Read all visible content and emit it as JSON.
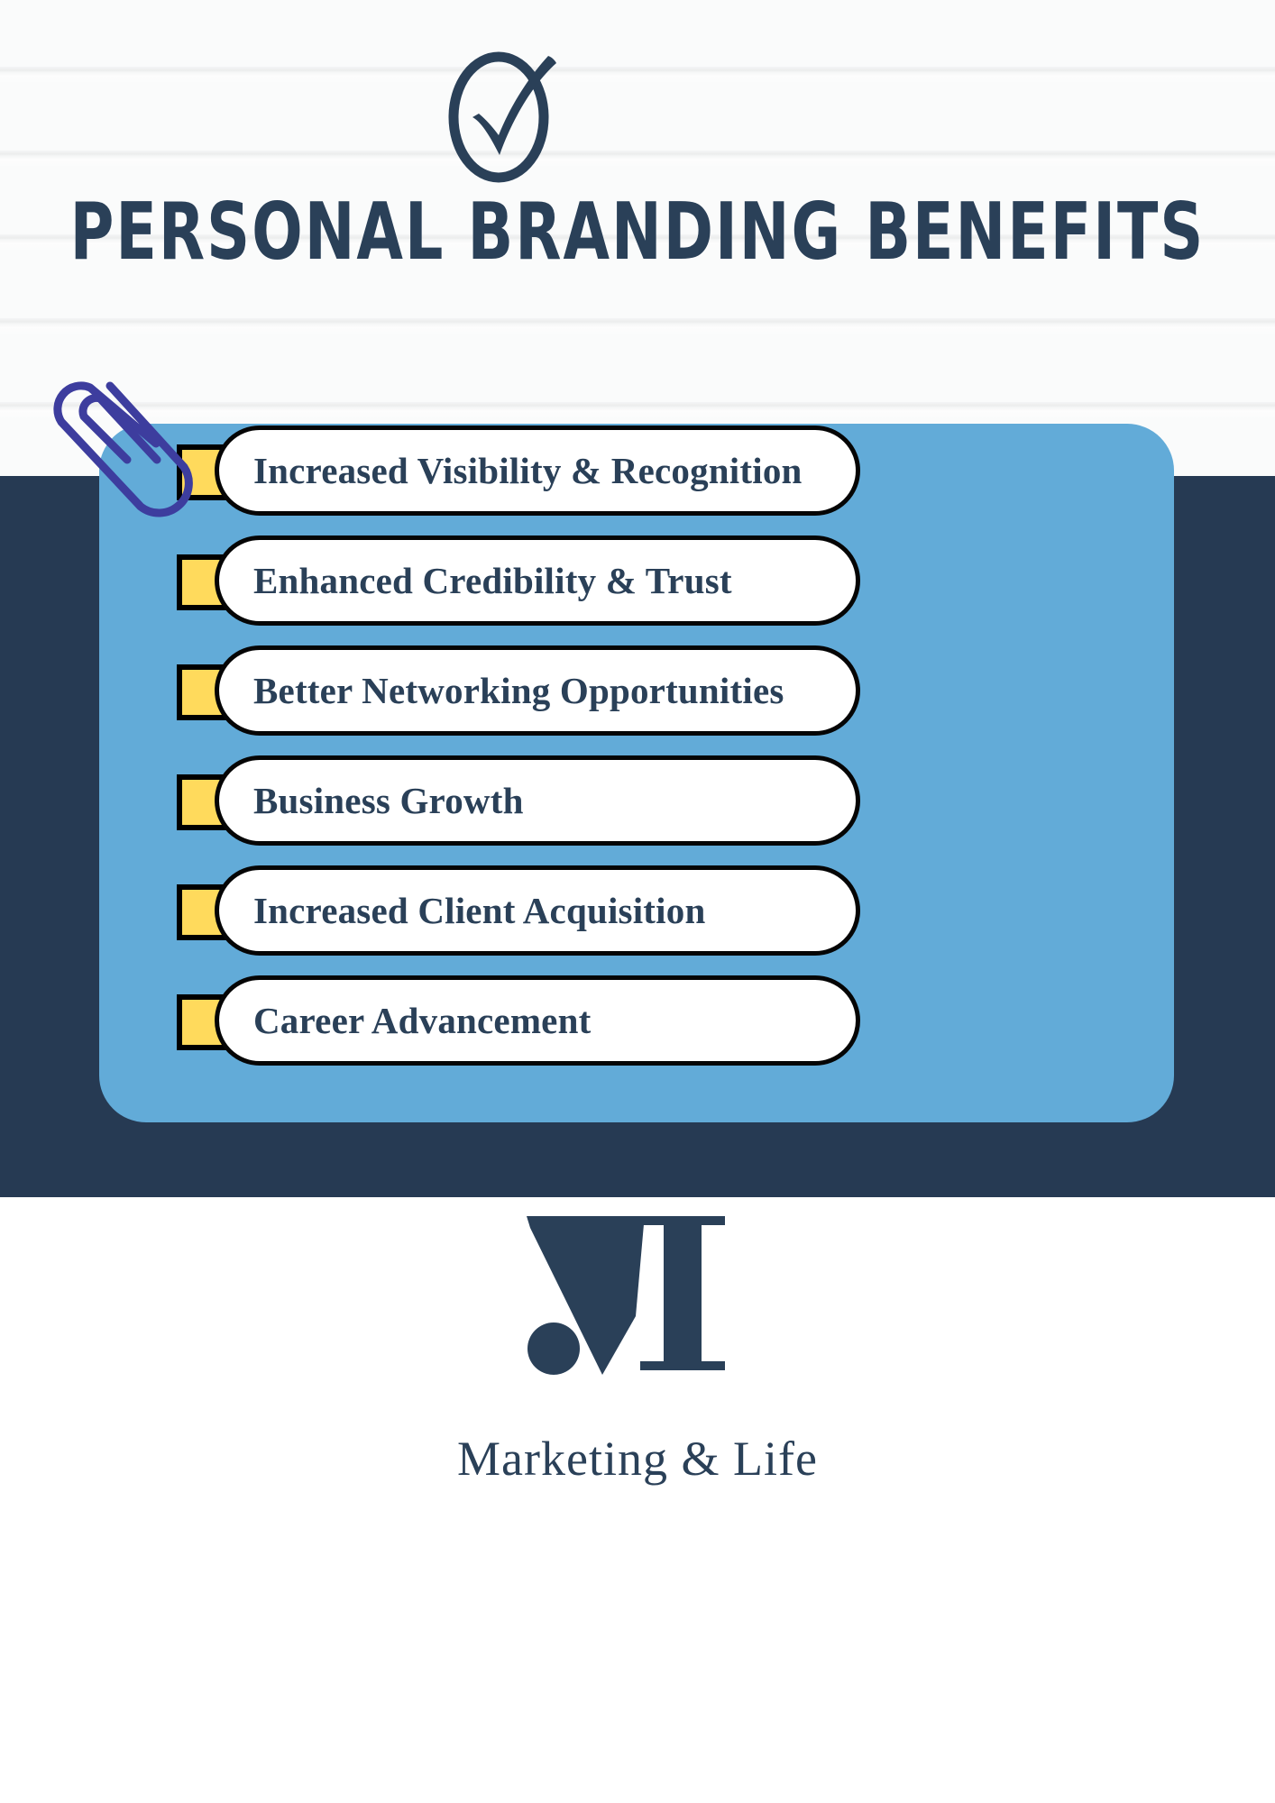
{
  "colors": {
    "navy": "#263A53",
    "navy_text": "#2A4058",
    "card_blue": "#62ABD8",
    "checkbox_yellow": "#FFDA5C",
    "paperclip_purple": "#3D3D9E",
    "outline_black": "#050505",
    "paper_white": "#F7F8F8"
  },
  "header": {
    "logo_icon": "checkmark-in-circle-icon",
    "title": "PERSONAL BRANDING BENEFITS"
  },
  "decoration": {
    "paperclip_icon": "paperclip-icon"
  },
  "checklist": {
    "items": [
      {
        "label": "Increased Visibility & Recognition",
        "checkbox_state": "unchecked"
      },
      {
        "label": "Enhanced Credibility & Trust",
        "checkbox_state": "unchecked"
      },
      {
        "label": "Better Networking Opportunities",
        "checkbox_state": "unchecked"
      },
      {
        "label": "Business Growth",
        "checkbox_state": "unchecked"
      },
      {
        "label": "Increased Client Acquisition",
        "checkbox_state": "unchecked"
      },
      {
        "label": "Career Advancement",
        "checkbox_state": "unchecked"
      }
    ]
  },
  "footer": {
    "monogram_icon": "letter-m-monogram-icon",
    "brand_name": "Marketing & Life"
  }
}
